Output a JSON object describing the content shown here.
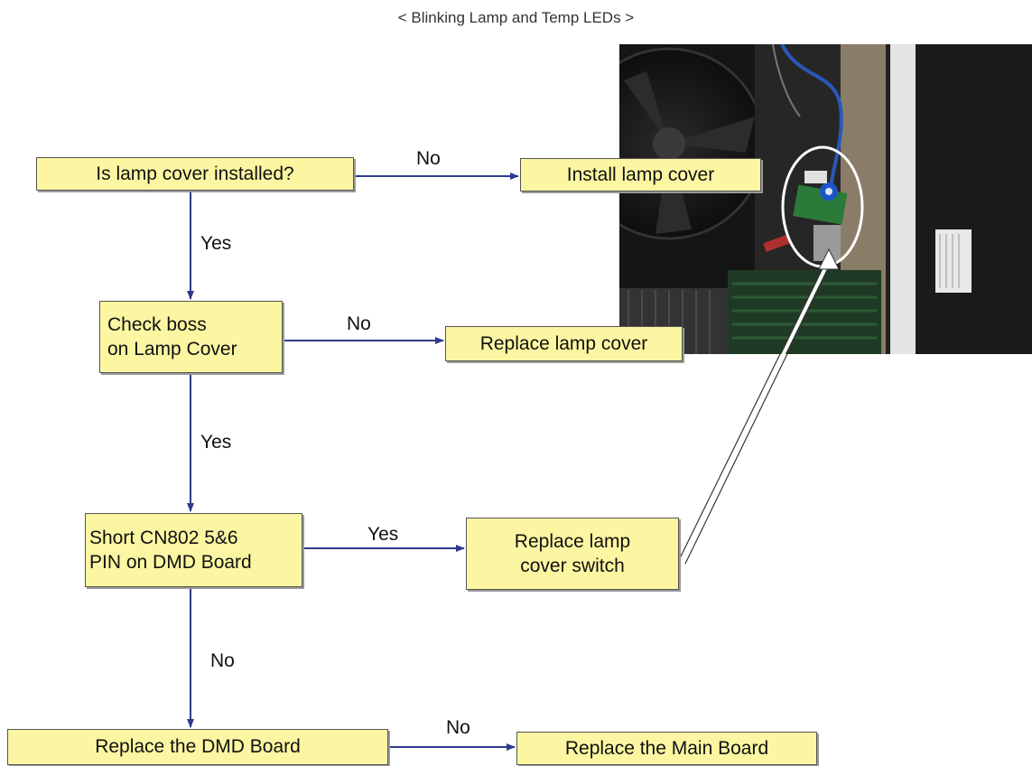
{
  "title": "< Blinking Lamp and Temp LEDs >",
  "nodes": {
    "lamp_cover_installed": "Is lamp cover installed?",
    "install_lamp_cover": "Install lamp cover",
    "check_boss": "Check boss\non Lamp Cover",
    "replace_lamp_cover": "Replace lamp cover",
    "short_cn802": "Short CN802 5&6\nPIN on DMD Board",
    "replace_switch": "Replace lamp\ncover switch",
    "replace_dmd": "Replace the DMD Board",
    "replace_main": "Replace the Main Board"
  },
  "edges": {
    "no_1": "No",
    "yes_1": "Yes",
    "no_2": "No",
    "yes_2": "Yes",
    "yes_3": "Yes",
    "no_3": "No",
    "no_4": "No"
  },
  "colors": {
    "box_fill": "#fcf6a2",
    "arrow": "#2e3a8c",
    "highlight_circle": "#ffffff"
  }
}
